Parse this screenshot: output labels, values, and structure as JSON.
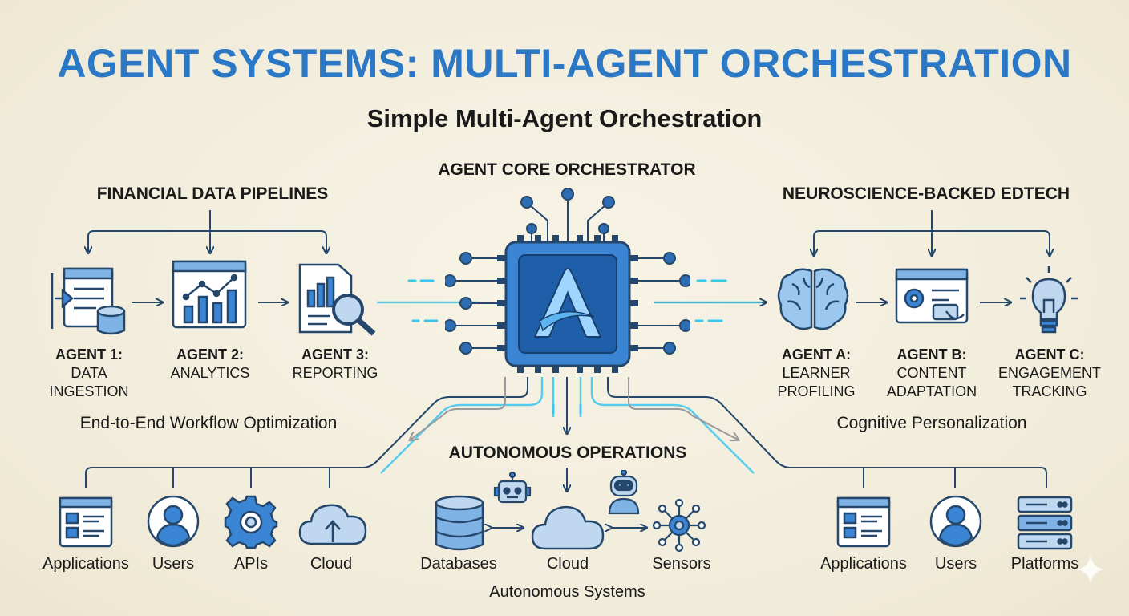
{
  "header": {
    "title": "AGENT SYSTEMS: MULTI-AGENT ORCHESTRATION",
    "subtitle": "Simple Multi-Agent Orchestration"
  },
  "core": {
    "title": "AGENT CORE ORCHESTRATOR"
  },
  "financial": {
    "title": "FINANCIAL DATA PIPELINES",
    "agents": [
      {
        "name": "AGENT 1:",
        "line1": "DATA",
        "line2": "INGESTION"
      },
      {
        "name": "AGENT 2:",
        "line1": "ANALYTICS",
        "line2": ""
      },
      {
        "name": "AGENT 3:",
        "line1": "REPORTING",
        "line2": ""
      }
    ],
    "caption": "End-to-End Workflow Optimization"
  },
  "edtech": {
    "title": "NEUROSCIENCE-BACKED EDTECH",
    "agents": [
      {
        "name": "AGENT A:",
        "line1": "LEARNER",
        "line2": "PROFILING"
      },
      {
        "name": "AGENT B:",
        "line1": "CONTENT",
        "line2": "ADAPTATION"
      },
      {
        "name": "AGENT C:",
        "line1": "ENGAGEMENT",
        "line2": "TRACKING"
      }
    ],
    "caption": "Cognitive Personalization"
  },
  "autonomous": {
    "title": "AUTONOMOUS OPERATIONS",
    "items": [
      "Databases",
      "Cloud",
      "Sensors"
    ],
    "caption": "Autonomous Systems"
  },
  "bottom_left": {
    "items": [
      "Applications",
      "Users",
      "APIs",
      "Cloud"
    ]
  },
  "bottom_right": {
    "items": [
      "Applications",
      "Users",
      "Platforms"
    ]
  },
  "colors": {
    "title_blue": "#2a78c6",
    "icon_blue": "#2f6db3",
    "icon_fill": "#bfd8f0",
    "line": "#24476b",
    "glow": "#39c7f0"
  },
  "icons": {
    "financial": [
      "data-ingestion-icon",
      "analytics-chart-icon",
      "report-magnifier-icon"
    ],
    "edtech": [
      "brain-icon",
      "content-adaptation-icon",
      "lightbulb-icon"
    ],
    "core": "orchestrator-chip-icon"
  }
}
